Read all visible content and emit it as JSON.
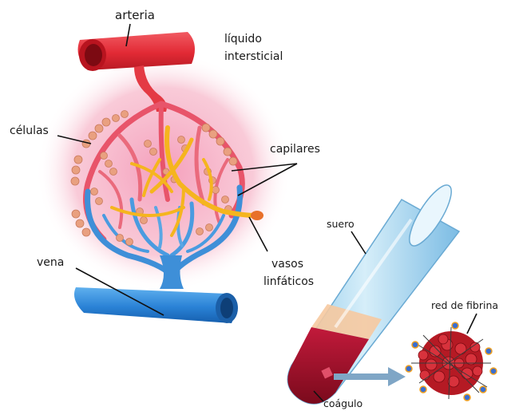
{
  "labels": {
    "arteria": "arteria",
    "liquido_line1": "líquido",
    "liquido_line2": "intersticial",
    "celulas": "células",
    "capilares": "capilares",
    "vena": "vena",
    "vasos_line1": "vasos",
    "vasos_line2": "linfáticos",
    "suero": "suero",
    "red_fibrina": "red de fibrina",
    "coagulo": "coágulo"
  },
  "colors": {
    "artery": "#e8303a",
    "vein": "#2f86d6",
    "lymph": "#f5b51e",
    "interstitial": "#f5b9c8",
    "cells": "#e9a080",
    "serum": "#a8d8f0",
    "plasma_band": "#f6c9a0",
    "blood": "#a0102a",
    "fibrin_clot": "#c0202a",
    "arrow": "#7fa6c6"
  }
}
